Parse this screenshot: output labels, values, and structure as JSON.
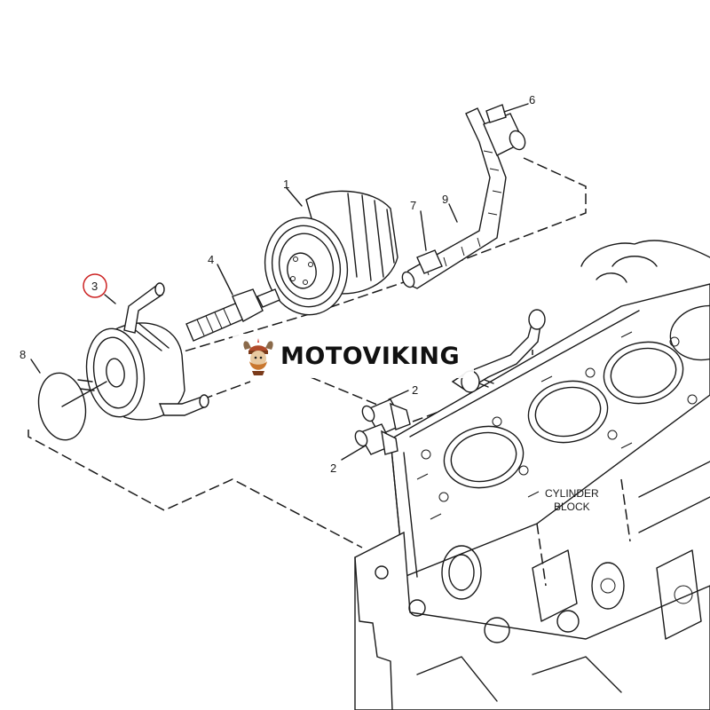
{
  "callouts": {
    "c1": "1",
    "c2a": "2",
    "c2b": "2",
    "c3": "3",
    "c4": "4",
    "c6": "6",
    "c7": "7",
    "c8": "8",
    "c9": "9"
  },
  "block_label": {
    "line1": "CYLINDER",
    "line2": "BLOCK"
  },
  "watermark": {
    "brand": "MOTOVIKING"
  },
  "colors": {
    "highlight_circle": "#cc2222",
    "line": "#1a1a1a"
  }
}
